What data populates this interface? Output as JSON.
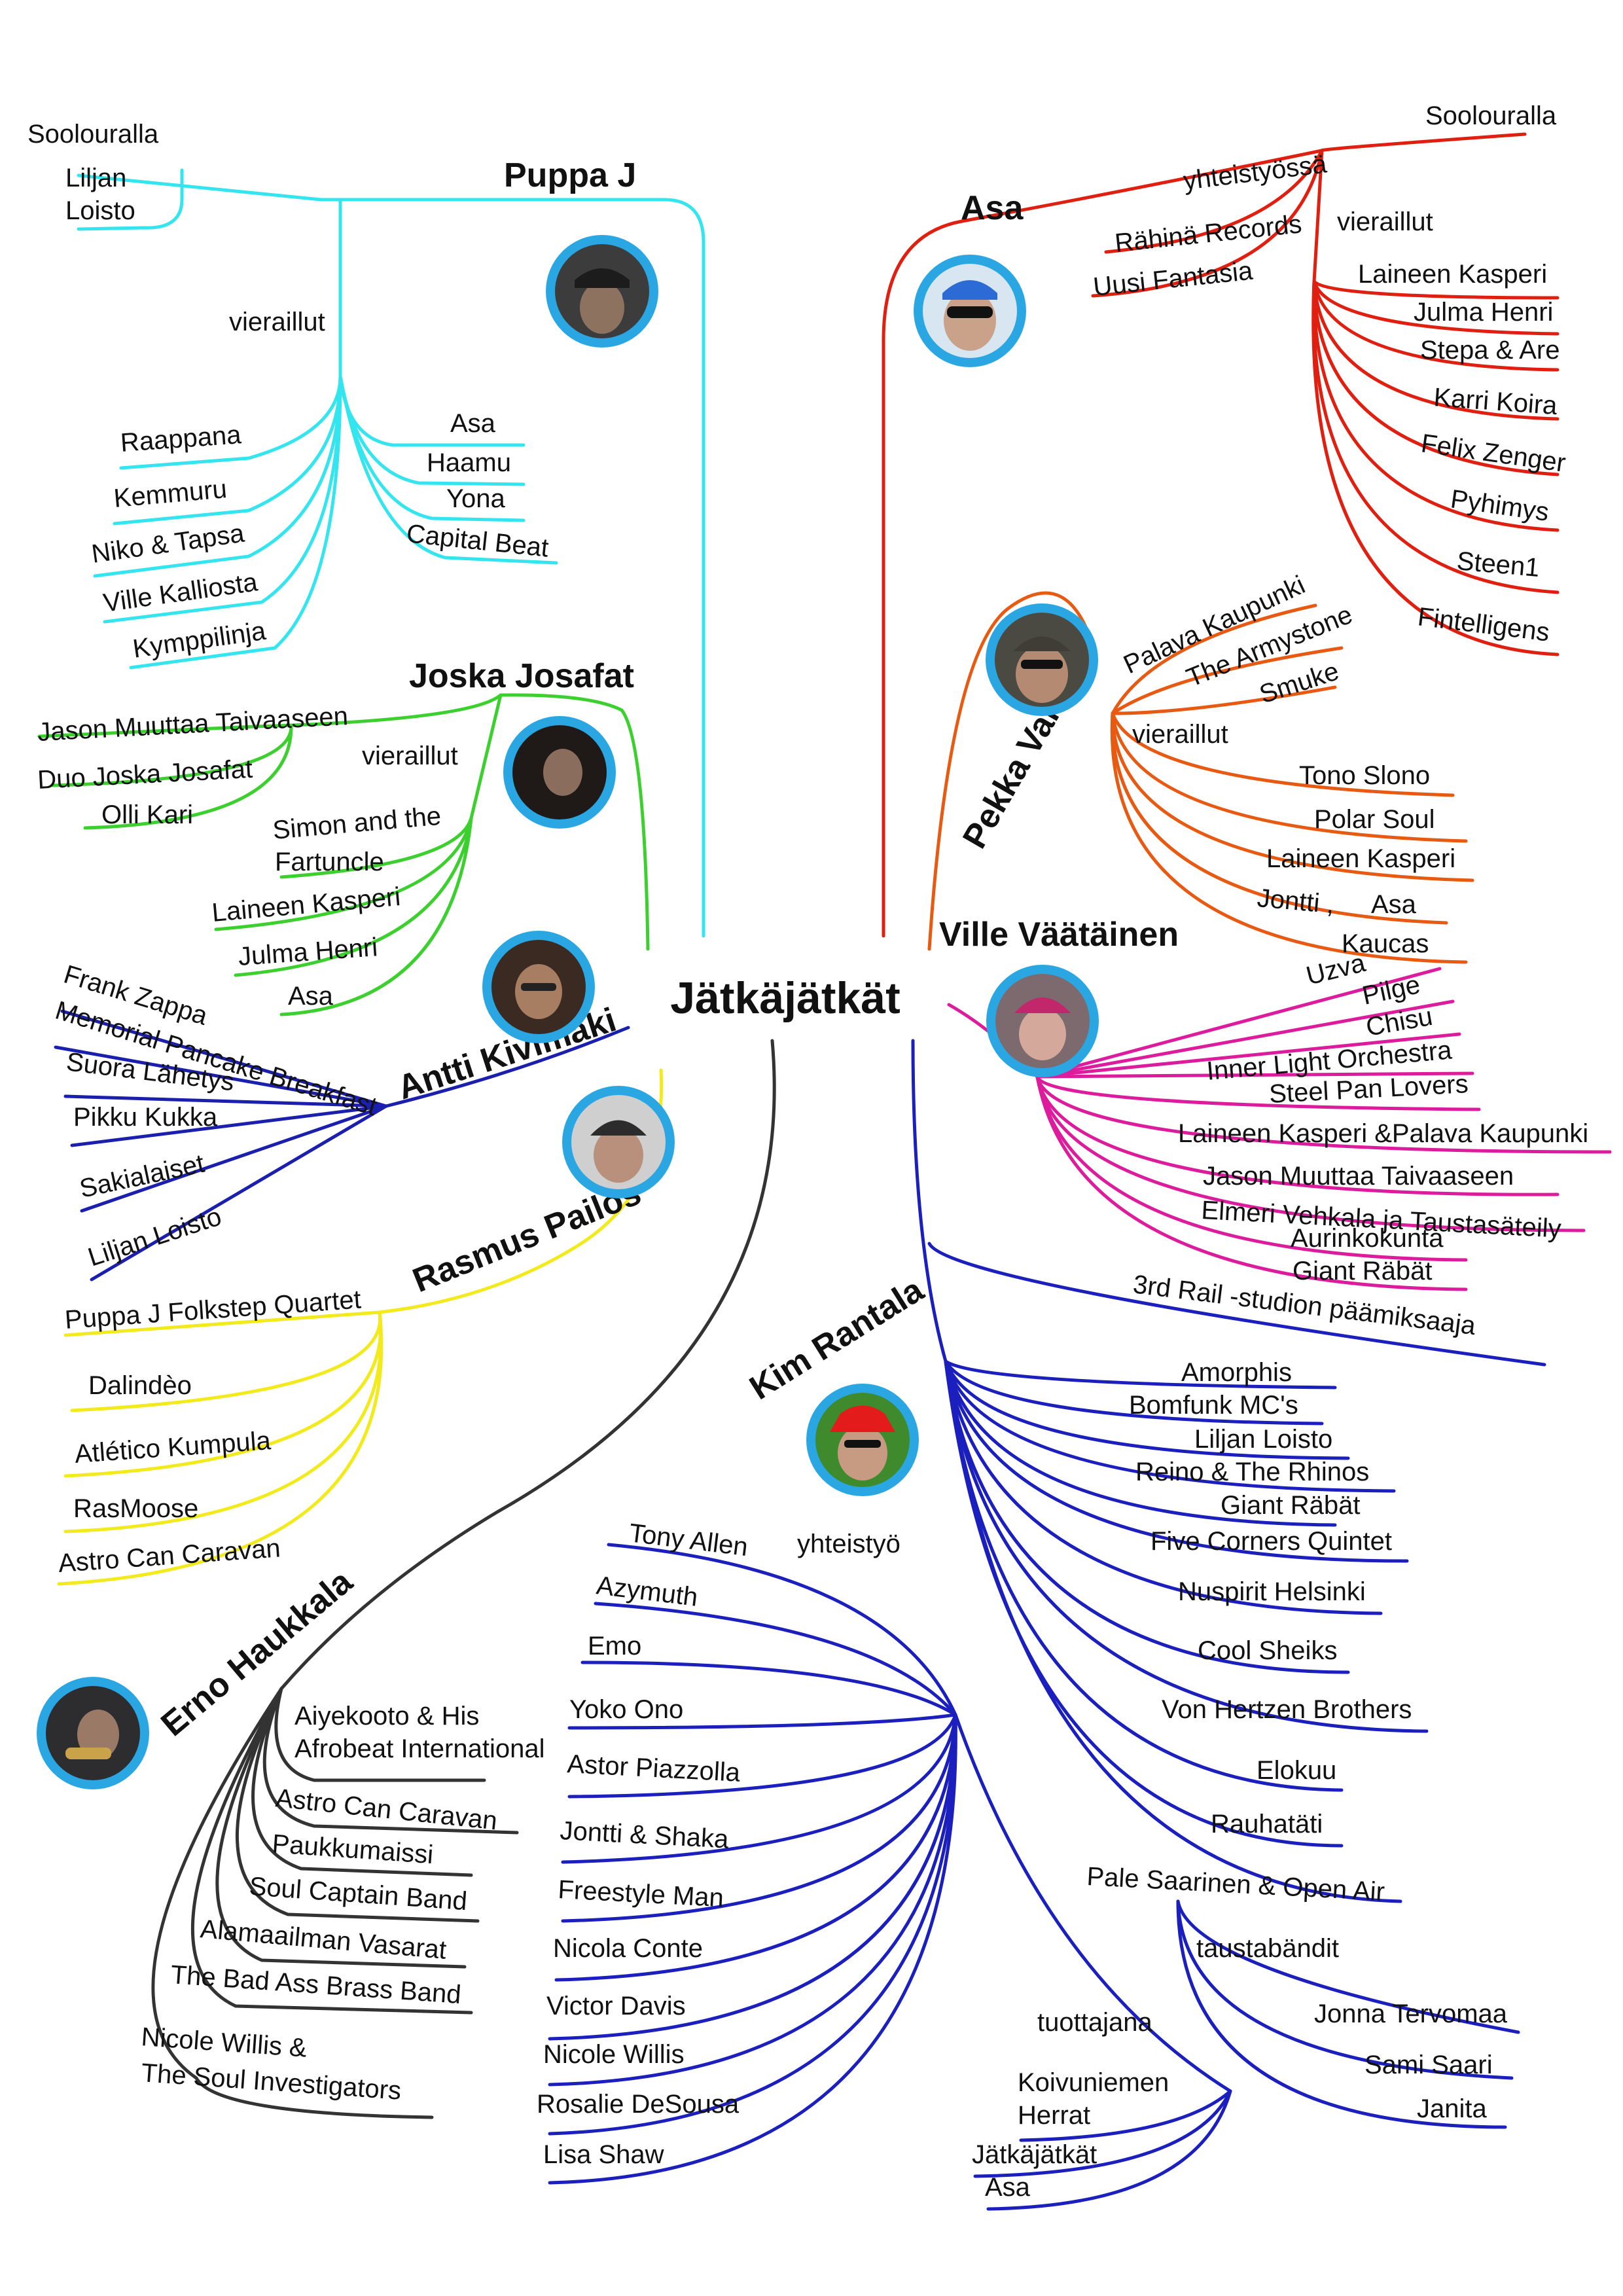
{
  "title": "Jätkäjätkät",
  "colors": {
    "puppa": "#33e5ef",
    "asa": "#e01f10",
    "joska": "#3bd02e",
    "pekka": "#e85a12",
    "antti": "#1b1fae",
    "ville": "#dd1c9d",
    "rasmus": "#f3ea1c",
    "kim": "#1b1fbd",
    "erno": "#333333",
    "avatar_ring": "#2aa7e2"
  },
  "members": {
    "puppa": {
      "name": "Puppa J",
      "solo_label": "Soolouralla",
      "solo": [
        "Liljan",
        "Loisto"
      ],
      "guest_label": "vieraillut",
      "guest_left": [
        "Raappana",
        "Kemmuru",
        "Niko & Tapsa",
        "Ville Kalliosta",
        "Kymppilinja"
      ],
      "guest_right": [
        "Asa",
        "Haamu",
        "Yona",
        "Capital Beat"
      ]
    },
    "asa": {
      "name": "Asa",
      "solo_label": "Soolouralla",
      "collab_label": "yhteistyössä",
      "collab": [
        "Rähinä Records",
        "Uusi Fantasia"
      ],
      "guest_label": "vieraillut",
      "guest": [
        "Laineen Kasperi",
        "Julma Henri",
        "Stepa & Are",
        "Karri Koira",
        "Felix Zenger",
        "Pyhimys",
        "Steen1",
        "Fintelligens"
      ]
    },
    "joska": {
      "name": "Joska Josafat",
      "groups": [
        "Jason Muuttaa Taivaaseen",
        "Duo Joska Josafat",
        "Olli Kari"
      ],
      "guest_label": "vieraillut",
      "guest": [
        "Simon and the",
        "Fartuncle",
        "Laineen Kasperi",
        "Julma Henri",
        "Asa"
      ]
    },
    "pekka": {
      "name": "Pekka Varmo",
      "groups": [
        "Palava Kaupunki",
        "The Armystone",
        "Smuke"
      ],
      "guest_label": "vieraillut",
      "guest": [
        "Tono Slono",
        "Polar Soul",
        "Laineen Kasperi",
        "Jontti ,",
        "Asa",
        "Kaucas"
      ]
    },
    "antti": {
      "name": "Antti Kivimäki",
      "groups": [
        "Frank Zappa",
        "Memorial Pancake Breakfast",
        "Suora Lähetys",
        "Pikku Kukka",
        "Sakialaiset",
        "Liljan Loisto"
      ]
    },
    "ville": {
      "name": "Ville Väätäinen",
      "groups": [
        "Uzva",
        "Pilge",
        "Chisu",
        "Inner Light Orchestra",
        "Steel Pan Lovers",
        "Laineen Kasperi &Palava Kaupunki",
        "Jason Muuttaa Taivaaseen",
        "Elmeri Vehkala ja Taustasäteily",
        "Aurinkokunta",
        "Giant Räbät"
      ]
    },
    "rasmus": {
      "name": "Rasmus Pailos",
      "groups": [
        "Puppa J Folkstep Quartet",
        "Dalindèo",
        "Atlético Kumpula",
        "RasMoose",
        "Astro Can Caravan"
      ]
    },
    "kim": {
      "name": "Kim Rantala",
      "award": "3rd Rail -studion päämiksaaja",
      "groups": [
        "Amorphis",
        "Bomfunk MC's",
        "Liljan Loisto",
        "Reino & The Rhinos",
        "Giant Räbät",
        "Five Corners Quintet",
        "Nuspirit Helsinki",
        "Cool Sheiks",
        "Von Hertzen Brothers",
        "Elokuu",
        "Rauhatäti",
        "Pale Saarinen & Open Air"
      ],
      "collab_label": "yhteistyö",
      "collab": [
        "Tony Allen",
        "Azymuth",
        "Emo",
        "Yoko Ono",
        "Astor Piazzolla",
        "Jontti & Shaka",
        "Freestyle Man",
        "Nicola Conte",
        "Victor Davis",
        "Nicole Willis",
        "Rosalie DeSousa",
        "Lisa Shaw"
      ],
      "backing_label": "taustabändit",
      "backing": [
        "Jonna Tervomaa",
        "Sami Saari",
        "Janita"
      ],
      "producer_label": "tuottajana",
      "producer": [
        "Koivuniemen",
        "Herrat",
        "Jätkäjätkät",
        "Asa"
      ]
    },
    "erno": {
      "name": "Erno Haukkala",
      "groups": [
        "Aiyekooto & His",
        "Afrobeat International",
        "Astro Can Caravan",
        "Paukkumaissi",
        "Soul Captain Band",
        "Alamaailman Vasarat",
        "The Bad Ass Brass Band",
        "Nicole Willis &",
        "The Soul Investigators"
      ]
    }
  }
}
